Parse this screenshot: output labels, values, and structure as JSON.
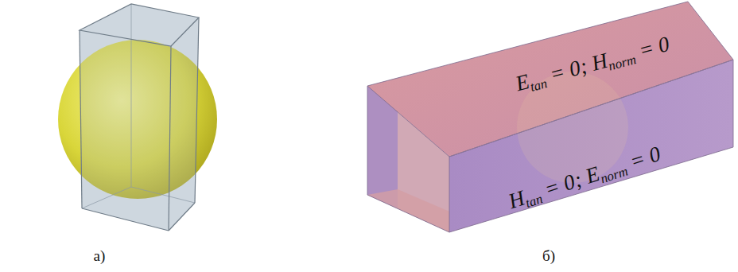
{
  "diagram": {
    "labels": [
      "а)",
      "б)",
      "Etan = 0; Hnorm = 0",
      "Htan = 0; Enorm = 0"
    ]
  }
}
